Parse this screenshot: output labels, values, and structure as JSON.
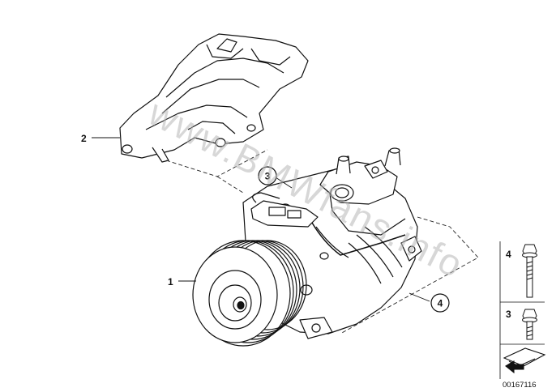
{
  "diagram": {
    "callouts": {
      "compressor": "1",
      "bracket": "2",
      "circle_a": "3",
      "circle_b": "4"
    },
    "legend": {
      "bolt_long": "4",
      "bolt_short": "3"
    },
    "reference_number": "00167116",
    "watermark": "www.BMWfans.info"
  }
}
